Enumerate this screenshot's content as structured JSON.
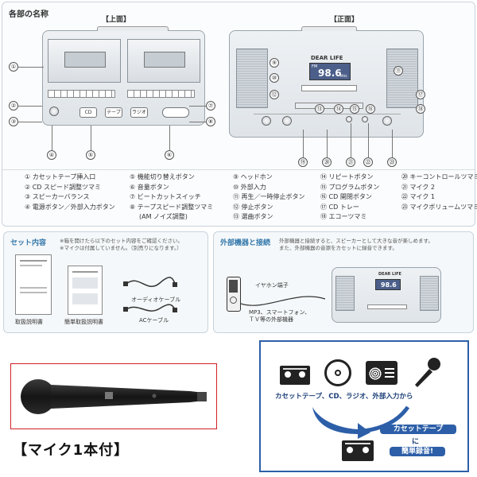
{
  "names": {
    "title": "各部の名称",
    "top_label": "【上面】",
    "front_label": "【正面】",
    "top_buttons": {
      "cd": "CD",
      "tape": "テープ",
      "radio": "ラジオ"
    },
    "callouts_top": [
      "①",
      "②",
      "③",
      "④",
      "⑤",
      "⑥",
      "⑦",
      "⑧"
    ],
    "callouts_front": [
      "⑨",
      "⑩",
      "⑪",
      "⑫",
      "⑬",
      "⑭",
      "⑮",
      "⑯",
      "⑰",
      "⑱",
      "⑲",
      "⑳",
      "㉑",
      "㉒",
      "㉓"
    ],
    "brand": "DEAR LIFE",
    "lcd_band": "FM",
    "lcd_freq": "98.6",
    "lcd_unit": "MHz",
    "legend": [
      [
        "① カセットテープ挿入口",
        "② CD スピード調整ツマミ",
        "③ スピーカーバランス",
        "④ 電源ボタン／外部入力ボタン"
      ],
      [
        "⑤ 機能切り替えボタン",
        "⑥ 音量ボタン",
        "⑦ ビートカットスイッチ",
        "⑧ テープスピード調整ツマミ",
        "(AM ノイズ調整)"
      ],
      [
        "⑨ ヘッドホン",
        "⑩ 外部入力",
        "⑪ 再生／一時停止ボタン",
        "⑫ 停止ボタン",
        "⑬ 選曲ボタン"
      ],
      [
        "⑭ リピートボタン",
        "⑮ プログラムボタン",
        "⑯ CD 開閉ボタン",
        "⑰ CD トレー",
        "⑱ エコーツマミ"
      ],
      [
        "⑳ キーコントロールツマミ",
        "㉑ マイク 2",
        "㉒ マイク 1",
        "㉓ マイクボリュームツマミ"
      ]
    ]
  },
  "set": {
    "title": "セット内容",
    "note1": "※箱を開けたら以下のセット内容をご確認ください。",
    "note2": "※マイクは付属していません。（別売りになります。）",
    "items": [
      "取扱説明書",
      "簡単取扱説明書",
      "オーディオケーブル",
      "ACケーブル"
    ]
  },
  "external": {
    "title": "外部機器と接続",
    "desc1": "外部機器と接続すると、スピーカーとして大きな音が楽しめます。",
    "desc2": "また、外部機器の音源をカセットに録音できます。",
    "jack_label": "イヤホン端子",
    "device_label1": "MP3、スマートフォン、",
    "device_label2": "ＴＶ等の外部機器"
  },
  "mic": {
    "caption": "【マイク1本付】"
  },
  "record": {
    "sources": "カセットテープ、CD、ラジオ、外部入力から",
    "target1": "カセットテープ",
    "target2": "に",
    "target3": "簡単録音!"
  },
  "colors": {
    "accent_blue": "#2d5fa8",
    "mic_frame_red": "#d21f26",
    "lcd_blue": "#4c5f8a"
  }
}
